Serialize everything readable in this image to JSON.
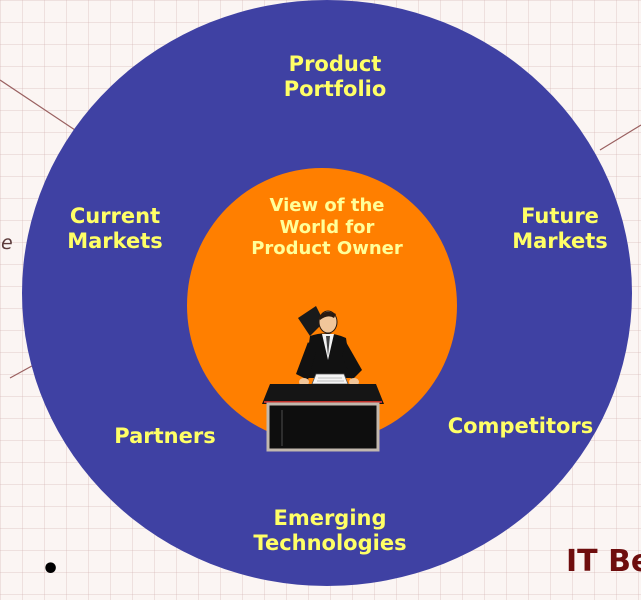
{
  "diagram": {
    "outer_ring": {
      "color": "#3f41a3",
      "labels": {
        "top": "Product\nPortfolio",
        "left": "Current\nMarkets",
        "right": "Future\nMarkets",
        "bottom_left": "Partners",
        "bottom_right": "Competitors",
        "bottom": "Emerging\nTechnologies"
      }
    },
    "center": {
      "color": "#ff7f00",
      "label": "View of the\nWorld for\nProduct Owner",
      "icon": "businessman-at-desk-icon"
    }
  },
  "background_fragments": {
    "left_letter": "e",
    "bullet": "•",
    "bottom_text": "IT Be"
  }
}
